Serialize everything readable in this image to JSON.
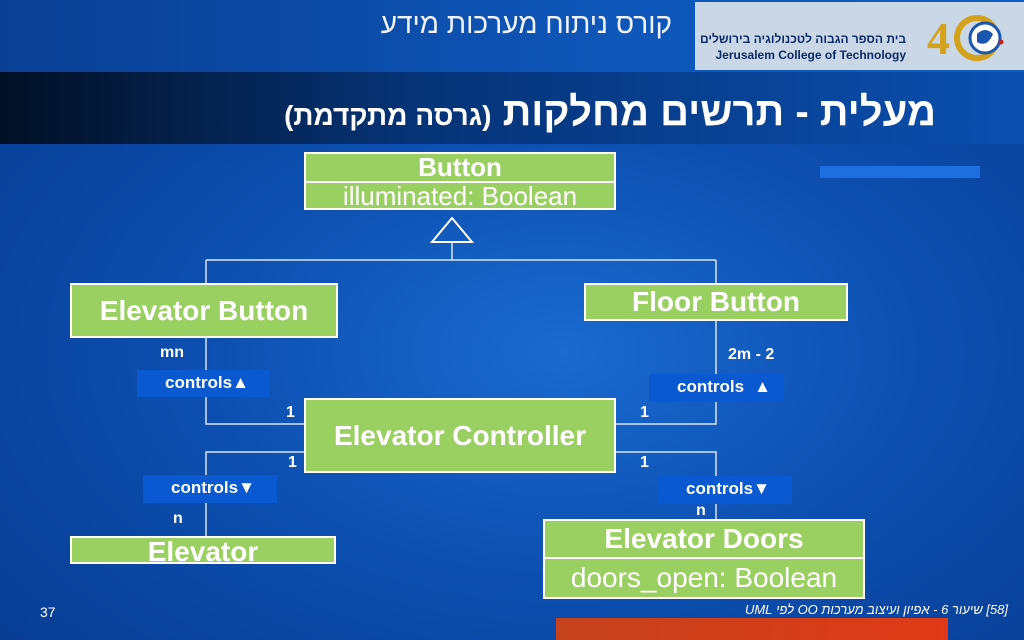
{
  "header": {
    "course_title": "קורס ניתוח מערכות מידע",
    "logo_line1": "בית הספר הגבוה לטכנולוגיה בירושלים",
    "logo_line2": "Jerusalem College of Technology"
  },
  "slide": {
    "title_main": "מעלית - תרשים מחלקות",
    "title_sub": "(גרסה מתקדמת)"
  },
  "diagram": {
    "button": {
      "name": "Button",
      "attribute": "illuminated: Boolean"
    },
    "elevator_button": {
      "name": "Elevator Button"
    },
    "floor_button": {
      "name": "Floor Button"
    },
    "elevator_controller": {
      "name": "Elevator Controller"
    },
    "elevator": {
      "name": "Elevator"
    },
    "elevator_doors": {
      "name": "Elevator Doors",
      "attribute": "doors_open: Boolean"
    },
    "associations": {
      "eb_controls": "controls",
      "fb_controls": "controls",
      "el_controls": "controls",
      "ed_controls": "controls"
    },
    "multiplicities": {
      "eb_end": "mn",
      "fb_end": "2m - 2",
      "ctrl_eb": "1",
      "ctrl_fb": "1",
      "ctrl_el": "1",
      "ctrl_ed": "1",
      "el_end": "n",
      "ed_end": "n"
    }
  },
  "footer": {
    "page_number": "37",
    "text": "[58] שיעור 6 - אפיון ועיצוב מערכות OO לפי UML"
  },
  "colors": {
    "class_fill": "#9ad062",
    "label_fill": "#0b59d0",
    "background": "#0d4fb0",
    "accent_bar": "#e03a18"
  }
}
